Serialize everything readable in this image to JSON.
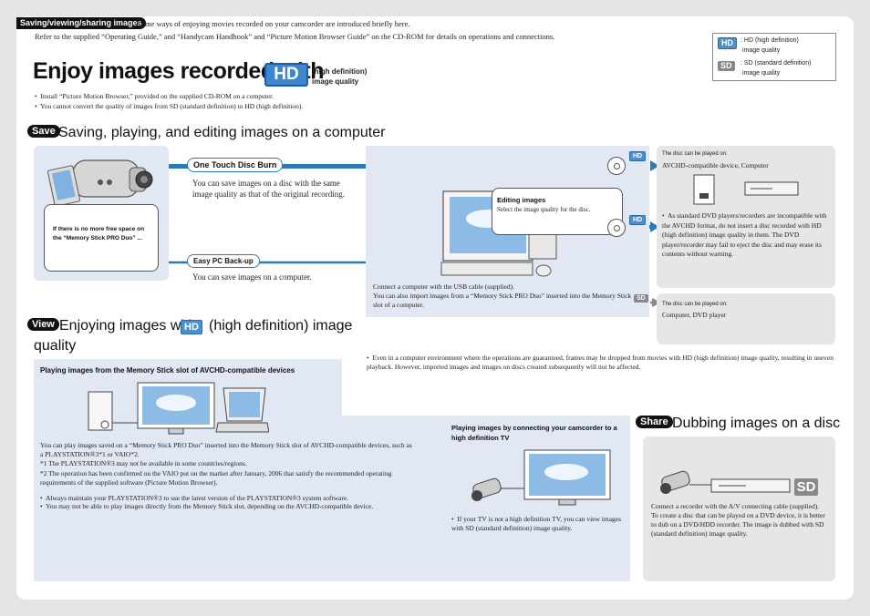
{
  "header": {
    "tag": "Saving/viewing/sharing images",
    "intro_line1": "Some ways of enjoying movies recorded on your camcorder are introduced briefly here.",
    "intro_line2": "Refer to the supplied “Operating Guide,” and “Handycam Handbook” and “Picture Motion Browser Guide” on the CD-ROM for details on operations and connections."
  },
  "legend": {
    "hd_badge": "HD",
    "hd_text1": ": HD (high definition)",
    "hd_text2": "image quality",
    "sd_badge": "SD",
    "sd_text1": ": SD (standard definition)",
    "sd_text2": "image quality"
  },
  "title": {
    "main": "Enjoy images recorded with",
    "badge": "HD",
    "note1": "(high definition)",
    "note2": "image quality"
  },
  "bullets": [
    "Install “Picture Motion Browser,” provided on the supplied CD-ROM on a computer.",
    "You cannot convert the quality of images from SD (standard definition) to HD (high definition)."
  ],
  "save": {
    "pill": "Save",
    "heading": "Saving, playing, and editing images on a computer",
    "memory_note": "If there is no more free space on the “Memory Stick PRO Duo” ...",
    "one_touch_label": "One Touch Disc Burn",
    "one_touch_text": "You can save images on a disc with the same image quality as that of the original recording.",
    "backup_label": "Easy PC Back-up",
    "backup_text": "You can save images on a computer.",
    "editing_head": "Editing images",
    "editing_text": "Select the image quality for the disc.",
    "connect_text1": "Connect a computer with the USB cable (supplied).",
    "connect_text2": "You can also import images from a “Memory Stick PRO Duo” inserted into the Memory Stick slot of a computer.",
    "hd_badge": "HD",
    "sd_badge": "SD",
    "disc_hd_head": "The disc can be played on:",
    "disc_hd_devices": "AVCHD-compatible device, Computer",
    "disc_hd_note": "As standard DVD players/recorders are incompatible with the AVCHD format, do not insert a disc recorded with HD (high definition) image quality in them. The DVD player/recorder may fail to eject the disc and may erase its contents without warning.",
    "disc_sd_head": "The disc can be played on:",
    "disc_sd_devices": "Computer, DVD player",
    "env_note": "Even in a computer environment where the operations are guaranteed, frames may be dropped from movies with HD (high definition) image quality, resulting in uneven playback. However, imported images and images on discs created subsequently will not be affected."
  },
  "view": {
    "pill": "View",
    "heading_a": "Enjoying images with",
    "badge": "HD",
    "heading_b": "(high definition) image",
    "heading_c": "quality",
    "ms_head": "Playing images from the Memory Stick slot of AVCHD-compatible devices",
    "ms_text1": "You can play images saved on a “Memory Stick PRO Duo” inserted into the Memory Stick slot of AVCHD-compatible devices, such as a PLAYSTATION®3*1 or VAIO*2.",
    "fn1": "*1 The PLAYSTATION®3 may not be available in some countries/regions.",
    "fn2": "*2 The operation has been confirmed on the VAIO put on the market after January, 2006 that satisfy the recommended operating requirements of the supplied software (Picture Motion Browser).",
    "b1": "Always maintain your PLAYSTATION®3 to use the latest version of the PLAYSTATION®3 system software.",
    "b2": "You may not be able to play images directly from the Memory Stick slot, depending on the AVCHD-compatible device.",
    "tv_head": "Playing images by connecting your camcorder to a high definition TV",
    "tv_note": "If your TV is not a high definition TV, you can view images with SD (standard definition) image quality."
  },
  "share": {
    "pill": "Share",
    "heading": "Dubbing images on a disc",
    "sd_badge": "SD",
    "text1": "Connect a recorder with the A/V connecting cable (supplied).",
    "text2": "To create a disc that can be played on a DVD device, it is better to dub on a DVD/HDD recorder. The image is dubbed with SD (standard definition) image quality."
  },
  "colors": {
    "accent_blue": "#2c7ab7",
    "hd_blue": "#3d86d0",
    "panel_blue": "#e1e8f4",
    "panel_grey": "#e6e6e6"
  }
}
